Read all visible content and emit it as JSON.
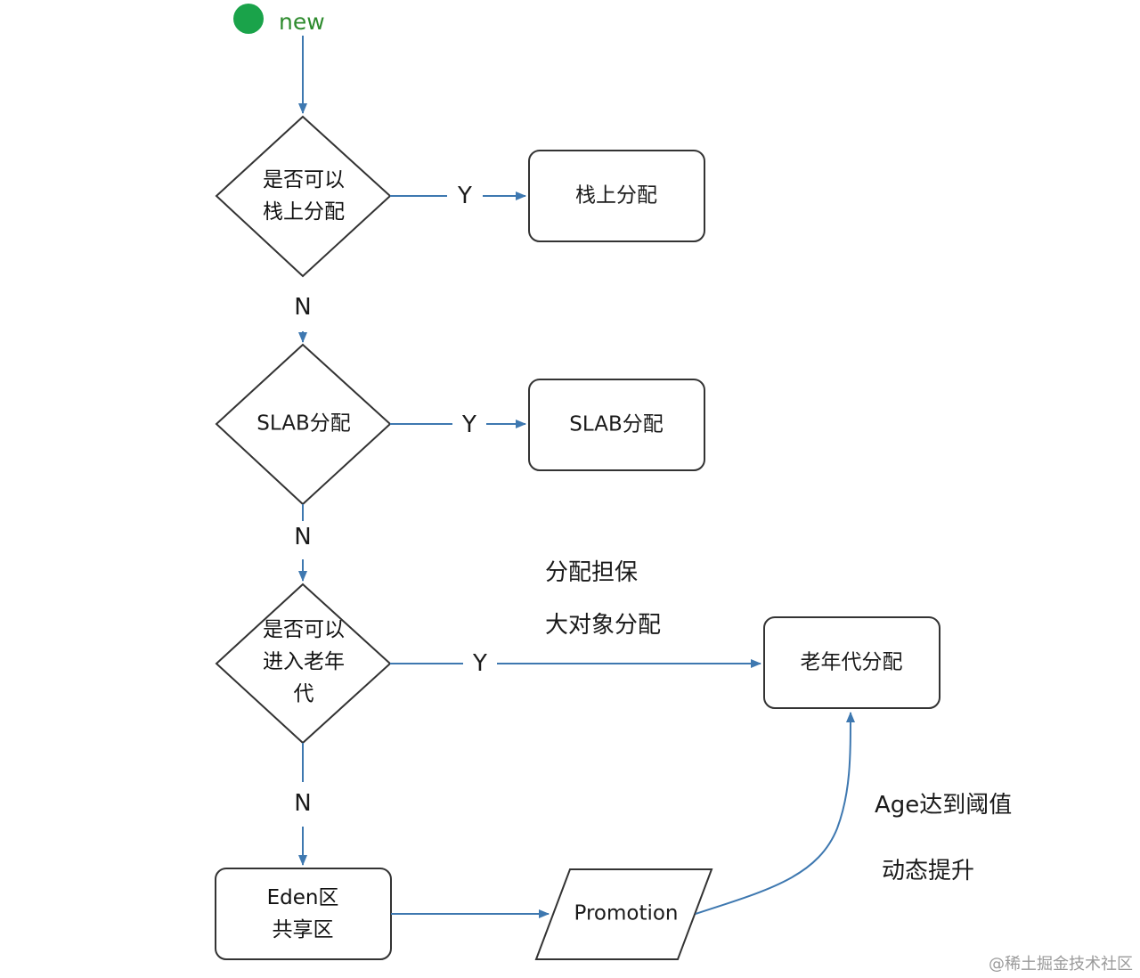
{
  "start": {
    "label": "new"
  },
  "decisions": [
    {
      "lines": [
        "是否可以",
        "栈上分配"
      ]
    },
    {
      "lines": [
        "SLAB分配"
      ]
    },
    {
      "lines": [
        "是否可以",
        "进入老年",
        "代"
      ]
    }
  ],
  "boxes": {
    "stack_alloc": "栈上分配",
    "slab_alloc": "SLAB分配",
    "old_gen": "老年代分配",
    "eden": [
      "Eden区",
      "共享区"
    ],
    "promotion": "Promotion"
  },
  "edge_labels": {
    "yes1": "Y",
    "no1": "N",
    "yes2": "Y",
    "no2": "N",
    "yes3": "Y",
    "no3": "N"
  },
  "notes": {
    "guarantee": "分配担保",
    "large_object": "大对象分配",
    "age_threshold": "Age达到阈值",
    "dynamic_promotion": "动态提升"
  },
  "colors": {
    "arrow": "#3e78b0",
    "start": "#1aa34a",
    "border": "#333333"
  },
  "watermark": "@稀土掘金技术社区"
}
